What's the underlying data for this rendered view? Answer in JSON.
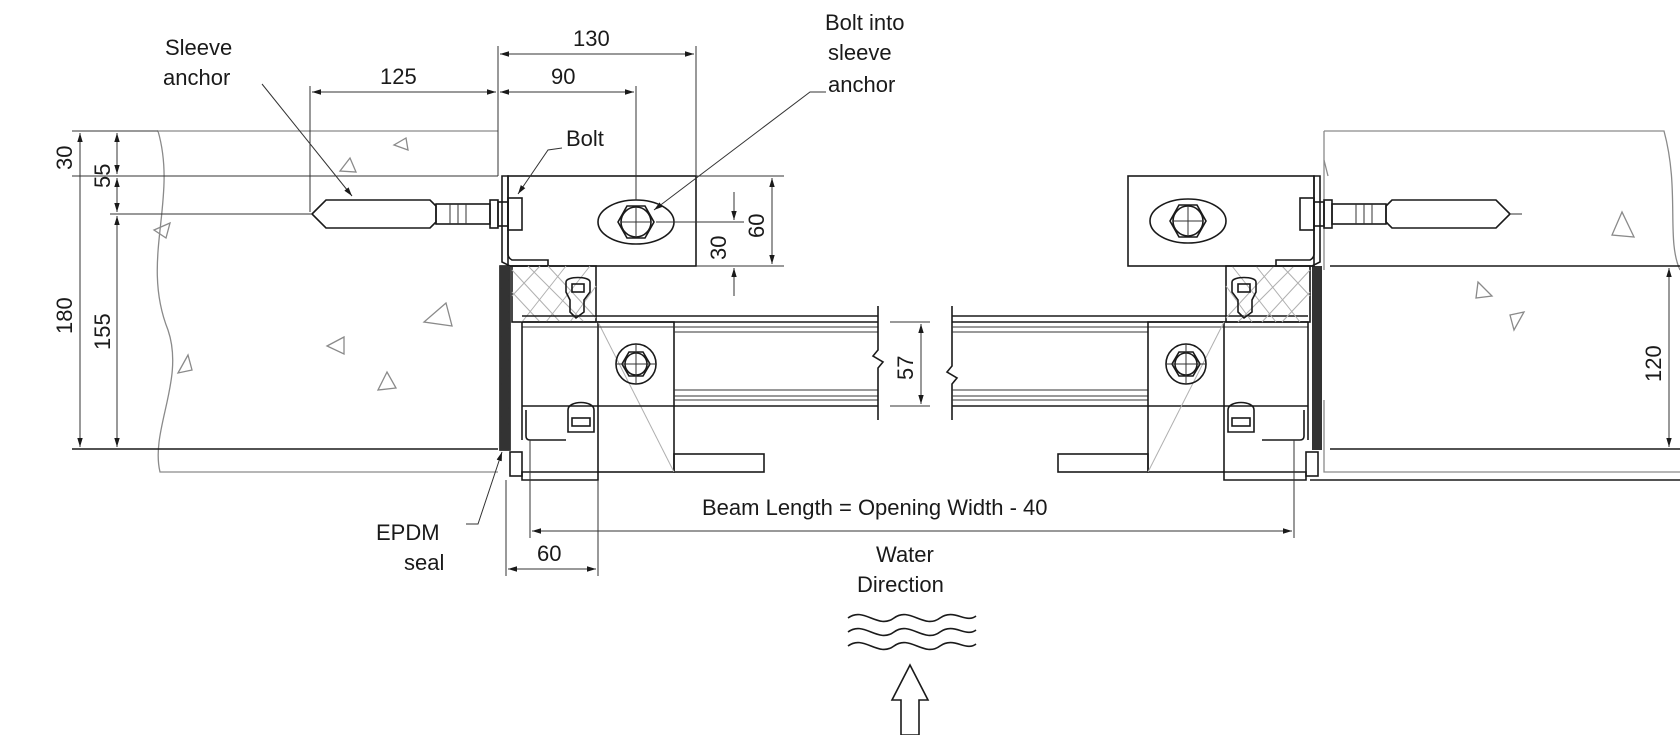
{
  "labels": {
    "sleeve_anchor": [
      "Sleeve",
      "anchor"
    ],
    "bolt": "Bolt",
    "bolt_into_sleeve_anchor": [
      "Bolt into",
      "sleeve",
      "anchor"
    ],
    "epdm_seal": [
      "EPDM",
      "seal"
    ],
    "beam_length": "Beam Length = Opening Width - 40",
    "water_direction": [
      "Water",
      "Direction"
    ]
  },
  "dimensions": {
    "d130": "130",
    "d125": "125",
    "d90": "90",
    "d30_top": "30",
    "d55": "55",
    "d180": "180",
    "d155": "155",
    "d60_right": "60",
    "d30_bracket": "30",
    "d57": "57",
    "d60_bottom": "60",
    "d120": "120"
  }
}
